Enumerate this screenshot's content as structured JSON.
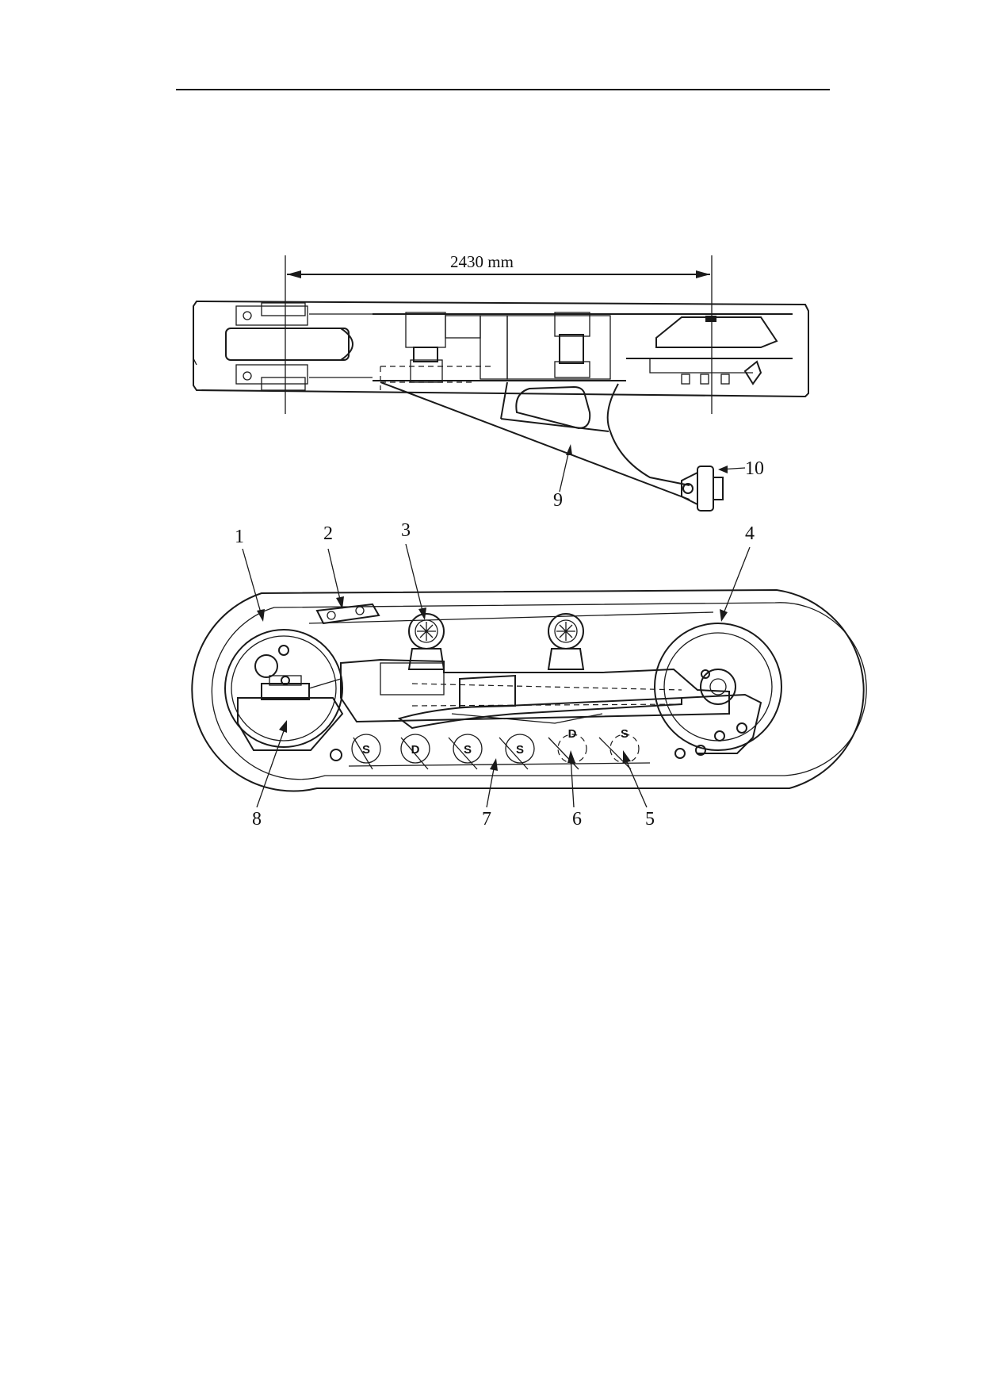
{
  "dimension": {
    "text": "2430 mm"
  },
  "callouts": [
    {
      "id": "1",
      "text": "1"
    },
    {
      "id": "2",
      "text": "2"
    },
    {
      "id": "3",
      "text": "3"
    },
    {
      "id": "4",
      "text": "4"
    },
    {
      "id": "5",
      "text": "5"
    },
    {
      "id": "6",
      "text": "6"
    },
    {
      "id": "7",
      "text": "7"
    },
    {
      "id": "8",
      "text": "8"
    },
    {
      "id": "9",
      "text": "9"
    },
    {
      "id": "10",
      "text": "10"
    }
  ],
  "roller_marks": [
    "S",
    "D",
    "S",
    "S",
    "D",
    "S"
  ]
}
